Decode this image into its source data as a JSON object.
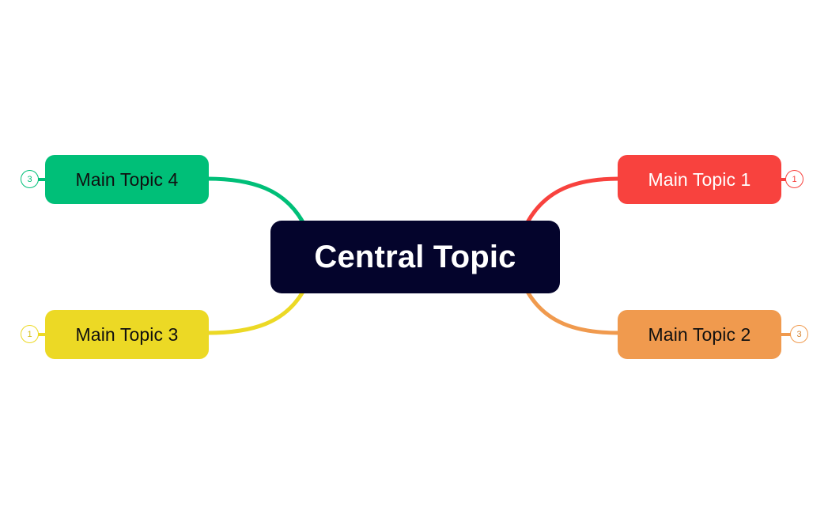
{
  "diagram": {
    "type": "mind-map",
    "background_color": "#ffffff",
    "central": {
      "label": "Central Topic",
      "fill_color": "#04042c",
      "text_color": "#ffffff"
    },
    "branches": [
      {
        "id": "topic-1",
        "label": "Main Topic 1",
        "badge": "1",
        "badge_side": "right",
        "side": "right",
        "fill_color": "#f8423e",
        "text_color": "#ffffff",
        "connector_color": "#f8423e"
      },
      {
        "id": "topic-2",
        "label": "Main Topic 2",
        "badge": "3",
        "badge_side": "right",
        "side": "right",
        "fill_color": "#f09a4e",
        "text_color": "#101010",
        "connector_color": "#f09a4e"
      },
      {
        "id": "topic-3",
        "label": "Main Topic 3",
        "badge": "1",
        "badge_side": "left",
        "side": "left",
        "fill_color": "#ecd925",
        "text_color": "#101010",
        "connector_color": "#ecd925"
      },
      {
        "id": "topic-4",
        "label": "Main Topic 4",
        "badge": "3",
        "badge_side": "left",
        "side": "left",
        "fill_color": "#00bf78",
        "text_color": "#101010",
        "connector_color": "#00bf78"
      }
    ]
  }
}
